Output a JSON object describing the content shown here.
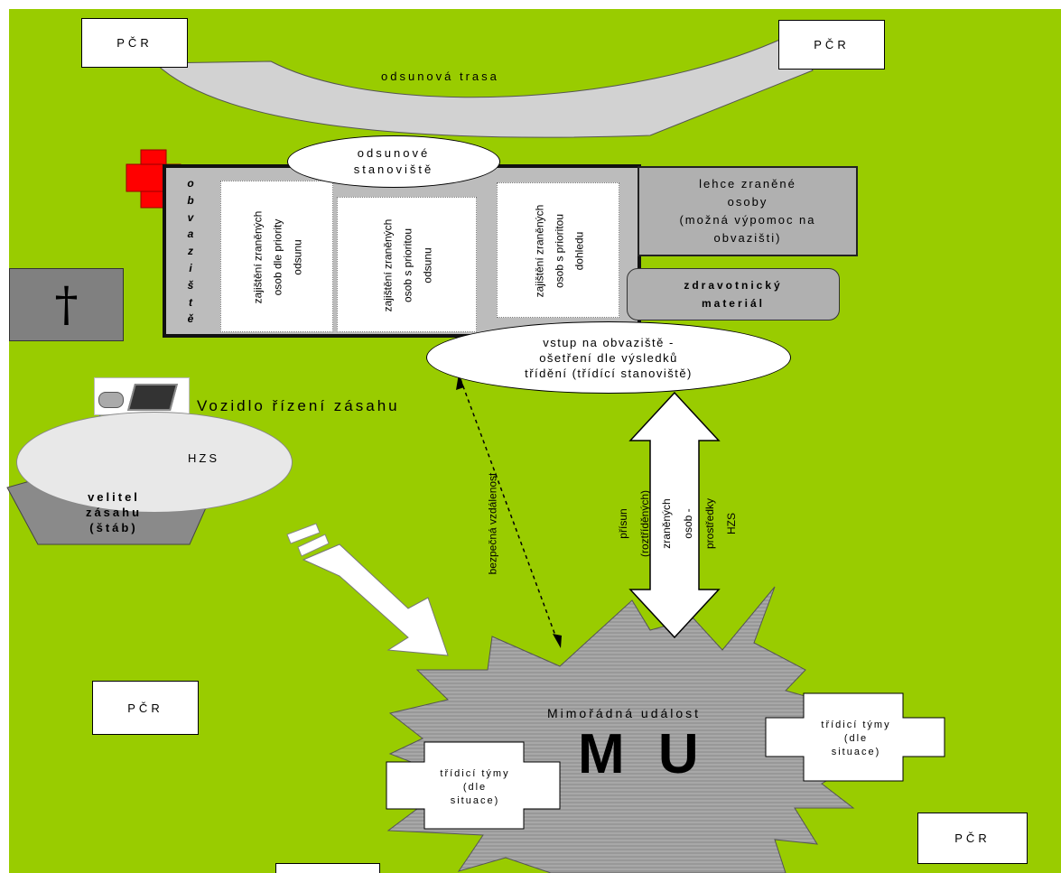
{
  "police_label": "PČR",
  "route_label": "odsunová trasa",
  "evac_station": "odsunové\nstanoviště",
  "dressing_station_vertical": "o\nb\nv\na\nz\ni\nš\nt\ně",
  "columns": [
    "zajištění zraněných\nosob dle priority\nodsunu",
    "zajištění zraněných\nosob s prioritou\nodsunu",
    "zajištění zraněných\nosob s prioritou\ndohledu"
  ],
  "light_injured": "lehce zraněné\nosoby\n(možná výpomoc na\nobvazišti)",
  "medical_material": "zdravotnický\nmateriál",
  "entry_label": "vstup na obvaziště -\nošetření dle výsledků\ntřídění (třídící stanoviště)",
  "cross_symbol": "†",
  "command_vehicle": "Vozidlo řízení zásahu",
  "fire_rescue": "HZS",
  "commander": "velitel\nzásahu\n(štáb)",
  "safe_distance": "bezpečná vzdálenost",
  "transport_label": "přísun (roztříděných) zraněných\nosob - prostředky HZS",
  "incident_title": "Mimořádná událost",
  "incident_abbr": "M U",
  "triage_teams": "třídicí týmy\n(dle\nsituace)",
  "colors": {
    "background": "#99cc00",
    "red_cross": "#ff0000",
    "gray_fill": "#b0b0b0",
    "dark_gray": "#808080"
  }
}
